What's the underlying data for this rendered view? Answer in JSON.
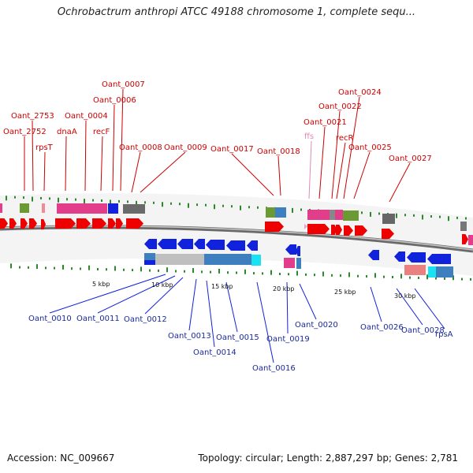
{
  "title": "Ochrobactrum anthropi ATCC 49188 chromosome 1, complete sequ...",
  "footer": {
    "accession": "Accession: NC_009667",
    "summary": "Topology: circular; Length: 2,887,297 bp; Genes: 2,781"
  },
  "colors": {
    "forward_gene": "#ee0000",
    "reverse_gene": "#1122dd",
    "forward_label": "#cc0000",
    "reverse_label": "#1a2a99",
    "ncrna_label": "#e08ab8",
    "backbone": "#999999",
    "tick": "#2a8a2a"
  },
  "scale_labels": [
    "5 kbp",
    "10 kbp",
    "15 kbp",
    "20 kbp",
    "25 kbp",
    "30 kbp"
  ],
  "forward_labels": [
    "Oant_2752",
    "Oant_2753",
    "rpsT",
    "dnaA",
    "Oant_0004",
    "recF",
    "Oant_0006",
    "Oant_0007",
    "Oant_0008",
    "Oant_0009",
    "Oant_0017",
    "Oant_0018",
    "ffs",
    "Oant_0021",
    "Oant_0022",
    "recR",
    "Oant_0024",
    "Oant_0025",
    "Oant_0027"
  ],
  "reverse_labels": [
    "Oant_0010",
    "Oant_0011",
    "Oant_0012",
    "Oant_0013",
    "Oant_0014",
    "Oant_0015",
    "Oant_0016",
    "Oant_0019",
    "Oant_0020",
    "Oant_0026",
    "Oant_0028",
    "rpsA"
  ]
}
